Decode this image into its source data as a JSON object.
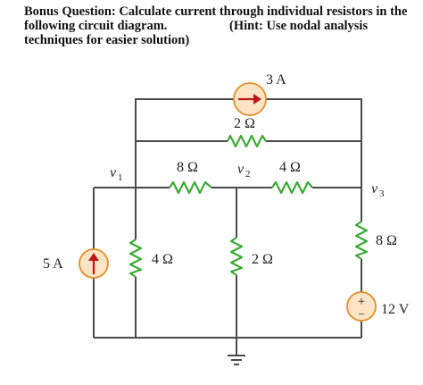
{
  "question": {
    "line1": "Bonus Question: Calculate current through individual resistors in the",
    "line2_left": "following circuit diagram.",
    "line2_hint": "(Hint: Use nodal analysis",
    "line3": "techniques for easier solution)"
  },
  "circuit": {
    "labels": {
      "current_source_top": "3 A",
      "current_source_left": "5 A",
      "voltage_source": "12 V",
      "r_top": "2 Ω",
      "r_1_2": "8 Ω",
      "r_2_3": "4 Ω",
      "r_1_gnd": "4 Ω",
      "r_2_gnd": "2 Ω",
      "r_3_src": "8 Ω",
      "node1": "v",
      "node1_sub": "1",
      "node2": "v",
      "node2_sub": "2",
      "node3": "v",
      "node3_sub": "3",
      "vs_plus": "+",
      "vs_minus": "−"
    },
    "colors": {
      "wire": "#4a4a4a",
      "resistor": "#3aaa35",
      "source_fill": "#fde4c4",
      "source_stroke": "#e0902a",
      "arrow": "#c0141c"
    }
  }
}
